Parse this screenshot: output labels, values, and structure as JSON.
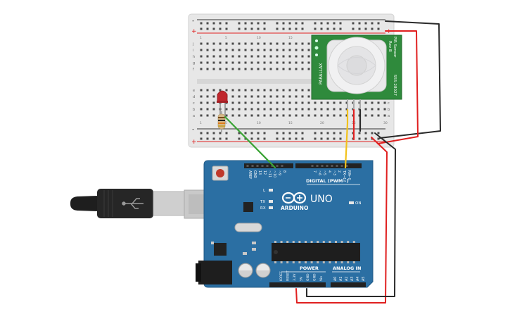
{
  "arduino": {
    "logo_text": "ARDUINO",
    "model": "UNO",
    "digital_label": "DIGITAL (PWM~)",
    "power_label": "POWER",
    "analog_label": "ANALOG IN",
    "on_label": "ON",
    "led_l": "L",
    "led_tx": "TX",
    "led_rx": "RX",
    "top_pins": [
      "AREF",
      "GND",
      "13",
      "12",
      "~11",
      "~10",
      "~9",
      "8",
      "7",
      "~6",
      "~5",
      "4",
      "~3",
      "2",
      "TX→1",
      "RX←0"
    ],
    "power_pins": [
      "IOREF",
      "RESET",
      "3.3V",
      "5V",
      "GND",
      "GND",
      "Vin"
    ],
    "analog_pins": [
      "A0",
      "A1",
      "A2",
      "A3",
      "A4",
      "A5"
    ]
  },
  "pir": {
    "title": "PIR Sensor",
    "rev": "Rev B",
    "brand": "PARALLAX",
    "part": "555-28027"
  },
  "breadboard": {
    "rail_minus": "-",
    "rail_plus": "+",
    "row_letters_top": [
      "j",
      "i",
      "h",
      "g",
      "f"
    ],
    "row_letters_bottom": [
      "e",
      "d",
      "c",
      "b",
      "a"
    ],
    "col_numbers": [
      "1",
      "5",
      "10",
      "15",
      "20",
      "25",
      "30"
    ]
  },
  "colors": {
    "board_blue": "#2b6fa3",
    "breadboard": "#e7e7e7",
    "pir_green": "#2f8a3c",
    "wire_red": "#e02020",
    "wire_black": "#2a2a2a",
    "wire_green": "#3aa335",
    "wire_yellow": "#f2c21b",
    "led_red": "#c0272d"
  }
}
